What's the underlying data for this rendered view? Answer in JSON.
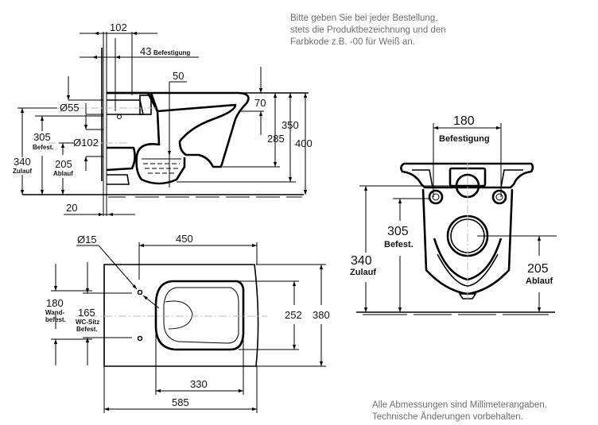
{
  "notes": {
    "order_info": [
      "Bitte geben Sie bei jeder Bestellung,",
      "stets die Produktbezeichnung und den",
      "Farbkode z.B. -00 für Weiß an."
    ],
    "disclaimer": [
      "Alle Abmessungen sind Millimeterangaben.",
      "Technische Änderungen vorbehalten."
    ]
  },
  "side_view": {
    "dim_102": "102",
    "dim_43": "43",
    "label_befestigung": "Befestigung",
    "dim_50": "50",
    "dim_70": "70",
    "dim_350": "350",
    "dim_285": "285",
    "dim_400": "400",
    "dim_d55": "Ø55",
    "dim_d102": "Ø102",
    "dim_305": "305",
    "label_befest": "Befest.",
    "dim_340": "340",
    "label_zulauf": "Zulauf",
    "dim_205": "205",
    "label_ablauf": "Ablauf",
    "dim_20": "20"
  },
  "top_view": {
    "dim_d15": "Ø15",
    "dim_450": "450",
    "dim_180": "180",
    "label_wand": "Wand-",
    "label_befest": "befest.",
    "dim_165": "165",
    "label_wcsitz": "WC-Sitz",
    "label_befest2": "Befest.",
    "dim_252": "252",
    "dim_380": "380",
    "dim_330": "330",
    "dim_585": "585"
  },
  "front_view": {
    "dim_180": "180",
    "label_befestigung": "Befestigung",
    "dim_305": "305",
    "label_befest": "Befest.",
    "dim_340": "340",
    "label_zulauf": "Zulauf",
    "dim_205": "205",
    "label_ablauf": "Ablauf"
  }
}
